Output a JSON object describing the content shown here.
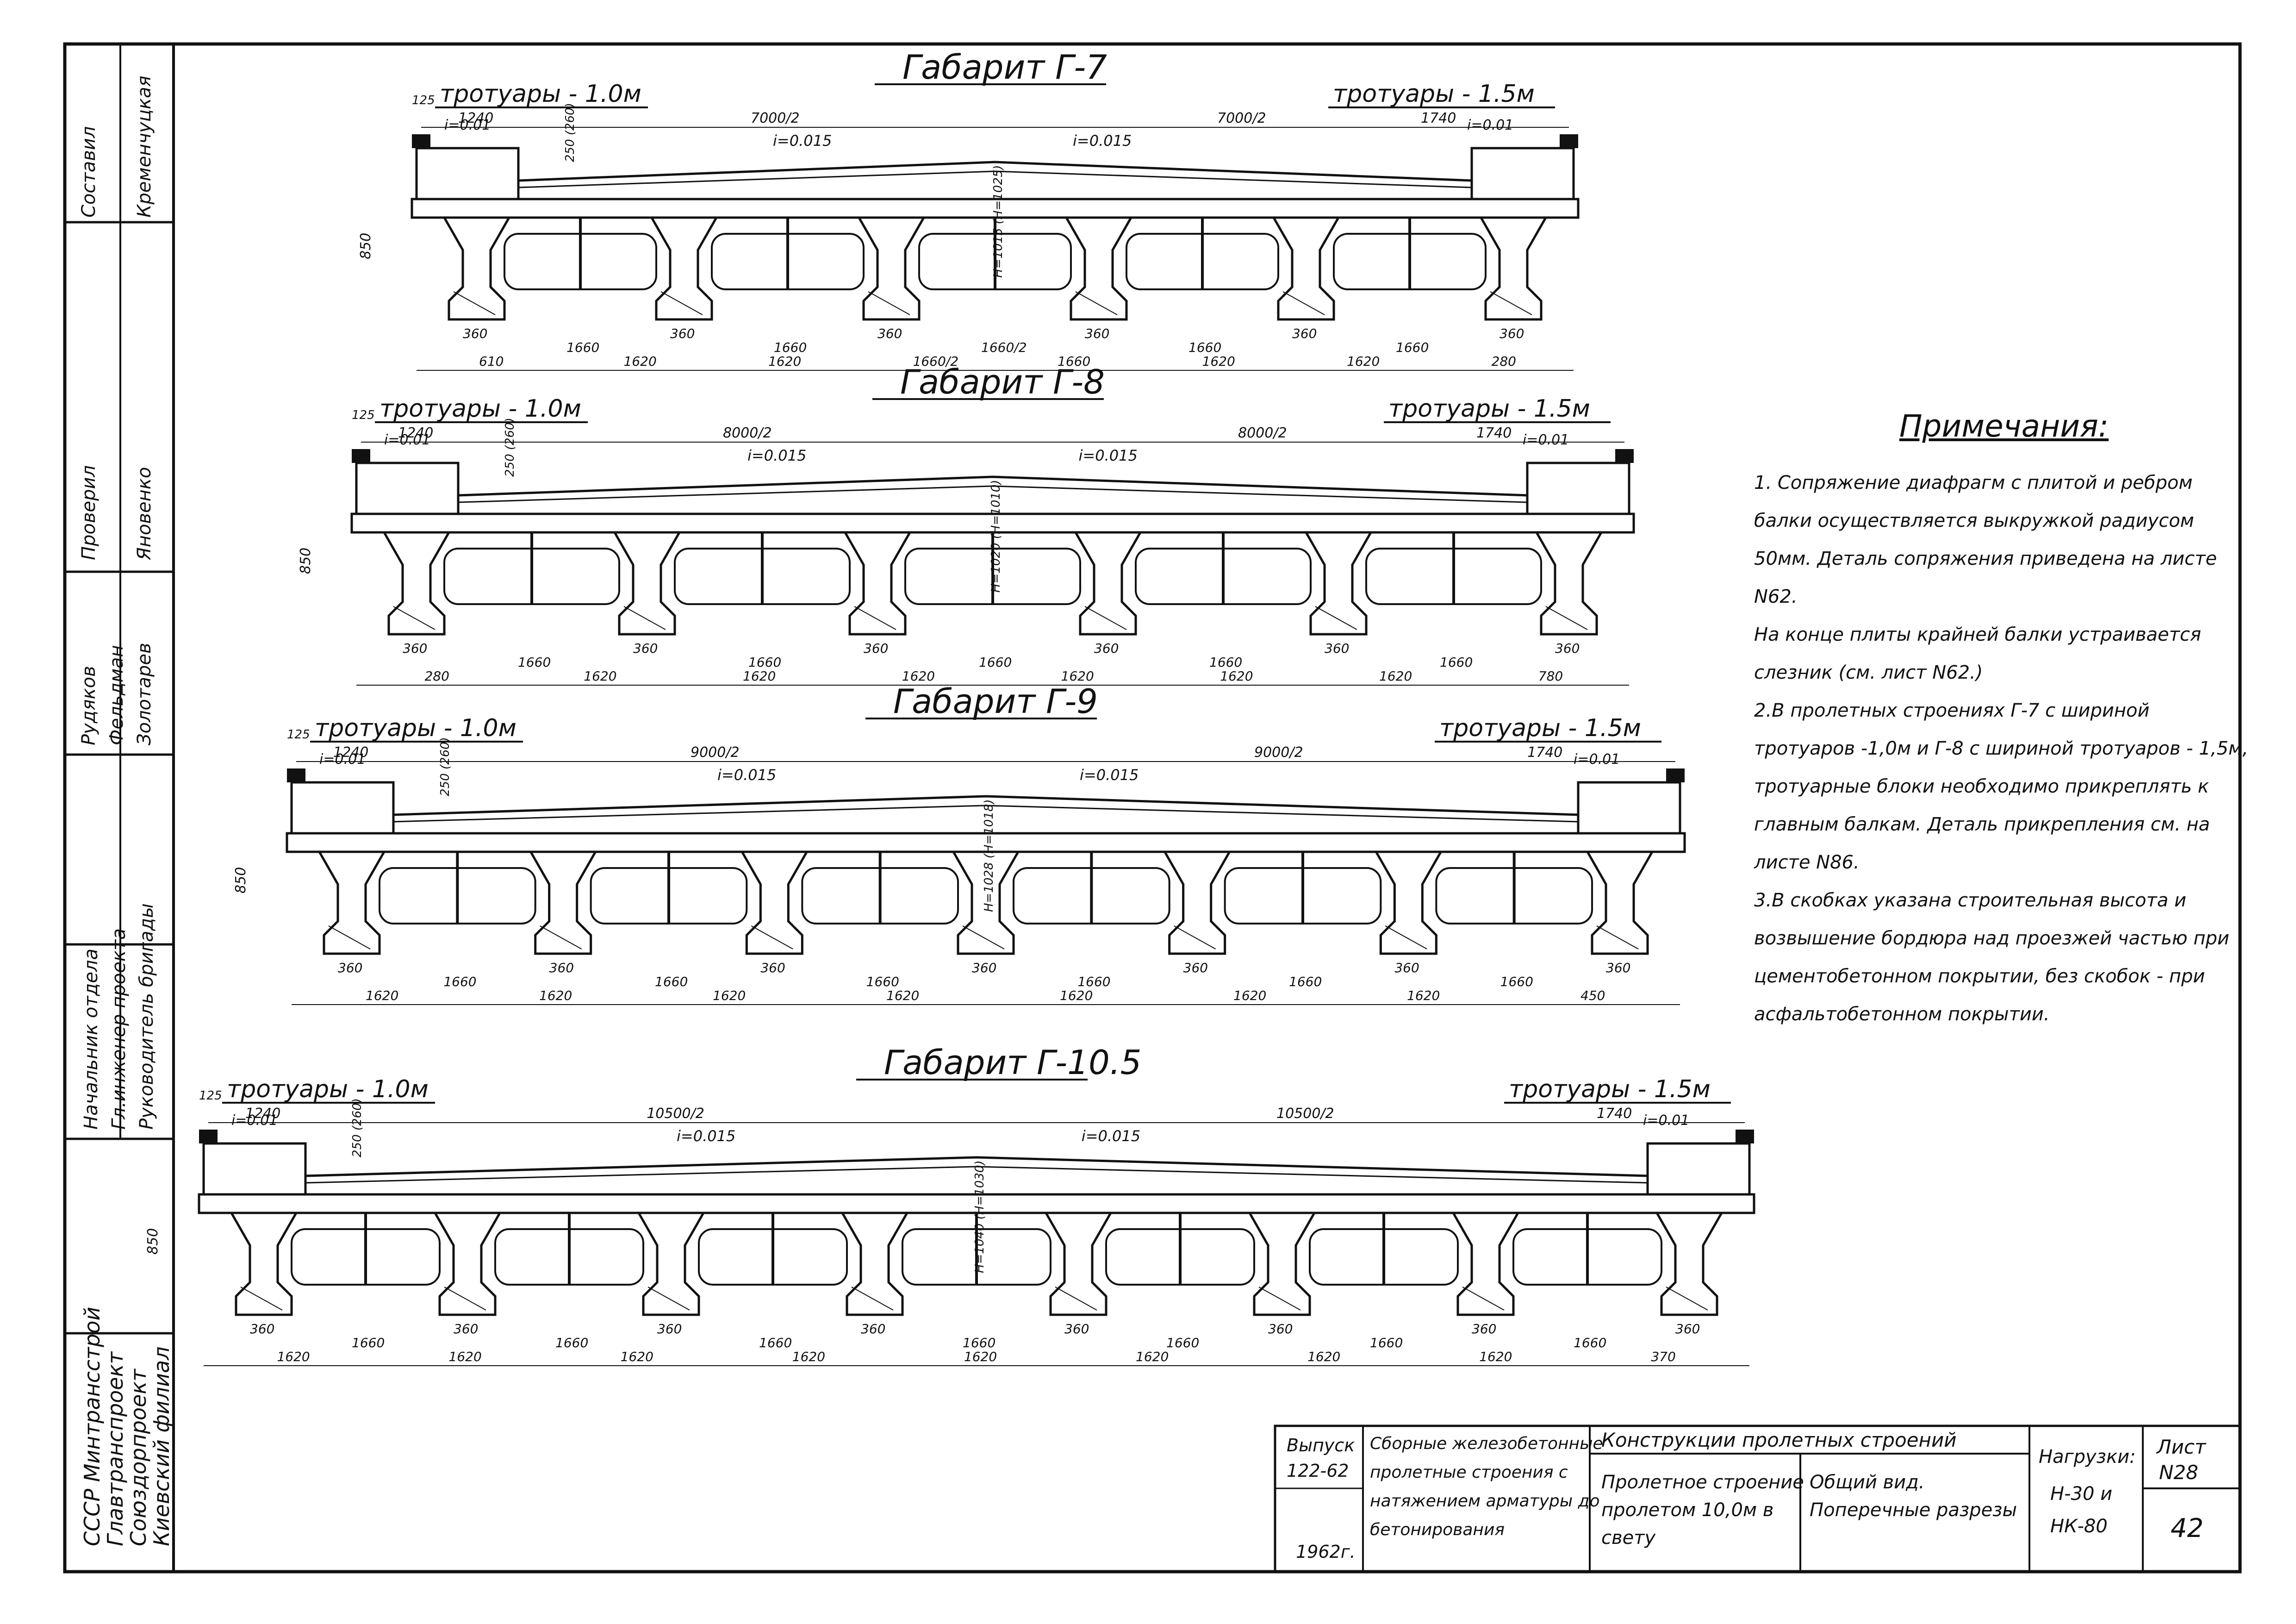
{
  "side_stamp": {
    "org": [
      "СССР Минтрансстрой",
      "Главтранспроект",
      "Союздорпроект",
      "Киевский филиал"
    ],
    "rows": [
      {
        "role": "Начальник отдела",
        "name": "Рудяков"
      },
      {
        "role": "Гл.инженер проекта",
        "name": "Фельдман"
      },
      {
        "role": "Руководитель бригады",
        "name": "Золотарев"
      },
      {
        "role": "Составил",
        "name": "Кременчуцкая"
      },
      {
        "role": "Проверил",
        "name": "Яновенко"
      }
    ]
  },
  "sections": [
    {
      "title": "Габарит Г-7",
      "left_walk": "тротуары - 1.0м",
      "right_walk": "тротуары - 1.5м",
      "left_w": "1240",
      "right_w": "1740",
      "half_l": "7000/2",
      "half_r": "7000/2",
      "slope_l": "i=0.01",
      "slope_r": "i=0.01",
      "cross_l": "i=0.015",
      "cross_r": "i=0.015",
      "kerb": "125",
      "height": "850",
      "curb_h": "250 (260)",
      "mid_h": "H=1015 (H=1025)",
      "rib": "360",
      "spacing": [
        "1660",
        "1660",
        "1660/2",
        "1660",
        "1660"
      ],
      "bottom": [
        "610",
        "1620",
        "1620",
        "1660/2",
        "1660",
        "1620",
        "1620",
        "280"
      ]
    },
    {
      "title": "Габарит Г-8",
      "left_walk": "тротуары - 1.0м",
      "right_walk": "тротуары - 1.5м",
      "left_w": "1240",
      "right_w": "1740",
      "half_l": "8000/2",
      "half_r": "8000/2",
      "slope_l": "i=0.01",
      "slope_r": "i=0.01",
      "cross_l": "i=0.015",
      "cross_r": "i=0.015",
      "kerb": "125",
      "height": "850",
      "curb_h": "250 (260)",
      "mid_h": "H=1020 (H=1010)",
      "rib": "360",
      "spacing": [
        "1660",
        "1660",
        "1660",
        "1660",
        "1660"
      ],
      "bottom": [
        "280",
        "1620",
        "1620",
        "1620",
        "1620",
        "1620",
        "1620",
        "780"
      ]
    },
    {
      "title": "Габарит Г-9",
      "left_walk": "тротуары - 1.0м",
      "right_walk": "тротуары - 1.5м",
      "left_w": "1240",
      "right_w": "1740",
      "half_l": "9000/2",
      "half_r": "9000/2",
      "slope_l": "i=0.01",
      "slope_r": "i=0.01",
      "cross_l": "i=0.015",
      "cross_r": "i=0.015",
      "kerb": "125",
      "height": "850",
      "curb_h": "250 (260)",
      "mid_h": "H=1028 (H=1018)",
      "rib": "360",
      "spacing": [
        "1660",
        "1660",
        "1660",
        "1660",
        "1660",
        "1660"
      ],
      "bottom": [
        "1620",
        "1620",
        "1620",
        "1620",
        "1620",
        "1620",
        "1620",
        "450"
      ]
    },
    {
      "title": "Габарит Г-10.5",
      "left_walk": "тротуары - 1.0м",
      "right_walk": "тротуары - 1.5м",
      "left_w": "1240",
      "right_w": "1740",
      "half_l": "10500/2",
      "half_r": "10500/2",
      "slope_l": "i=0.01",
      "slope_r": "i=0.01",
      "cross_l": "i=0.015",
      "cross_r": "i=0.015",
      "kerb": "125",
      "height": "850",
      "curb_h": "250 (260)",
      "mid_h": "H=1040 (H=1030)",
      "rib": "360",
      "spacing": [
        "1660",
        "1660",
        "1660",
        "1660",
        "1660",
        "1660",
        "1660"
      ],
      "bottom": [
        "1620",
        "1620",
        "1620",
        "1620",
        "1620",
        "1620",
        "1620",
        "1620",
        "370"
      ]
    }
  ],
  "notes": {
    "title": "Примечания:",
    "items": [
      "1. Сопряжение диафрагм с плитой и ребром балки осуществляется выкружкой радиусом 50мм. Деталь сопряжения приведена на листе N62.",
      "На конце плиты крайней балки устраивается слезник (см. лист N62.)",
      "2.В пролетных строениях Г-7 с шириной тротуаров -1,0м и Г-8 с шириной тротуаров - 1,5м, тротуарные блоки необходимо прикреплять к главным балкам. Деталь прикрепления см. на листе N86.",
      "3.В скобках указана строительная высота и возвышение бордюра над проезжей частью при цементобетонном покрытии, без скобок - при асфальтобетонном покрытии."
    ]
  },
  "title_block": {
    "issue_label": "Выпуск",
    "issue": "122-62",
    "year": "1962г.",
    "series": "Сборные железобетонные пролетные строения с натяжением арматуры до бетонирования",
    "topic": "Конструкции пролетных строений",
    "span": "Пролетное строение пролетом 10,0м в свету",
    "view": "Общий вид. Поперечные разрезы",
    "loads_label": "Нагрузки:",
    "loads": [
      "Н-30 и",
      "НК-80"
    ],
    "sheet_label": "Лист",
    "sheet_no": "N28",
    "page": "42"
  }
}
